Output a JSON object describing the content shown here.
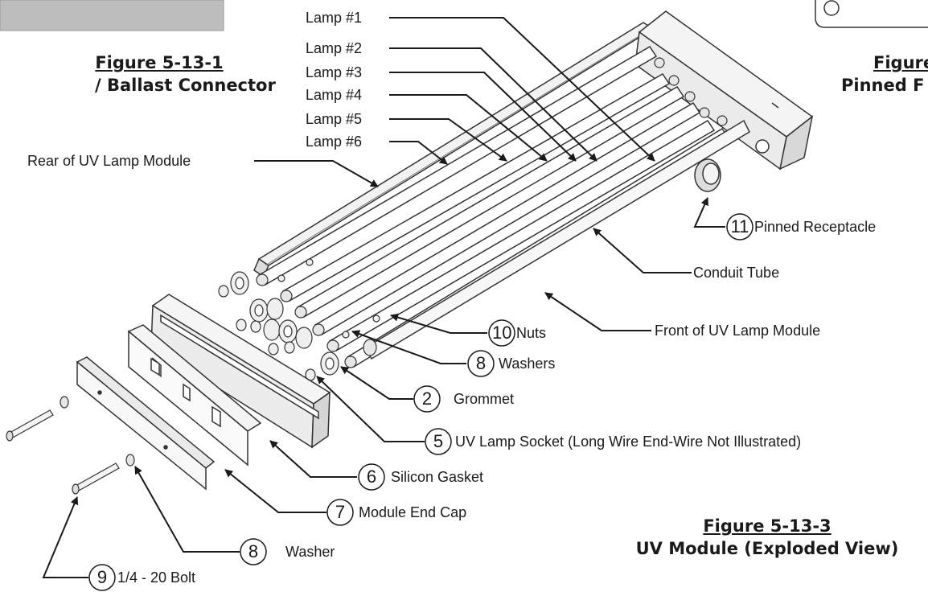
{
  "figures": {
    "left": {
      "number": "Figure 5-13-1",
      "caption": "/ Ballast Connector"
    },
    "right": {
      "number": "Figure",
      "caption": "Pinned F"
    },
    "main": {
      "number": "Figure 5-13-3",
      "caption": "UV Module (Exploded View)"
    }
  },
  "lamps": [
    "Lamp #1",
    "Lamp #2",
    "Lamp #3",
    "Lamp #4",
    "Lamp #5",
    "Lamp #6"
  ],
  "labels": {
    "rear": "Rear of UV Lamp Module",
    "conduit": "Conduit Tube",
    "front": "Front of UV Lamp Module"
  },
  "callouts": [
    {
      "num": "11",
      "text": "Pinned Receptacle"
    },
    {
      "num": "10",
      "text": "Nuts"
    },
    {
      "num": "8",
      "text": "Washers"
    },
    {
      "num": "2",
      "text": "Grommet"
    },
    {
      "num": "5",
      "text": "UV Lamp Socket (Long Wire End-Wire Not Illustrated)"
    },
    {
      "num": "6",
      "text": "Silicon Gasket"
    },
    {
      "num": "7",
      "text": "Module End Cap"
    },
    {
      "num": "8",
      "text": "Washer"
    },
    {
      "num": "9",
      "text": "1/4 - 20 Bolt"
    }
  ]
}
